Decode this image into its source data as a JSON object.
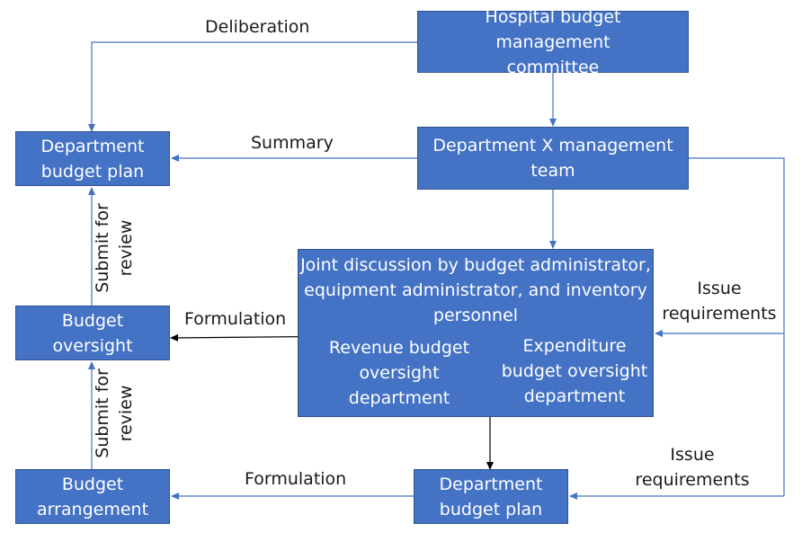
{
  "nodes": {
    "committee": "Hospital budget management committee",
    "dept_x_team": "Department X management team",
    "dept_plan_top": "Department budget plan",
    "joint_discussion": "Joint discussion by budget administrator, equipment administrator, and inventory personnel",
    "revenue_dept": "Revenue budget oversight department",
    "expenditure_dept": "Expenditure budget oversight department",
    "budget_oversight": "Budget oversight",
    "budget_arrangement": "Budget arrangement",
    "dept_plan_bottom": "Department budget plan"
  },
  "edge_labels": {
    "deliberation": "Deliberation",
    "summary": "Summary",
    "formulation_mid": "Formulation",
    "formulation_bottom": "Formulation",
    "submit_upper": "Submit for review",
    "submit_lower": "Submit for review",
    "issue_upper": "Issue requirements",
    "issue_lower": "Issue requirements"
  },
  "colors": {
    "box_fill": "#4472c4",
    "box_border": "#2f528f",
    "connector_blue": "#4472c4",
    "connector_black": "#000000"
  }
}
